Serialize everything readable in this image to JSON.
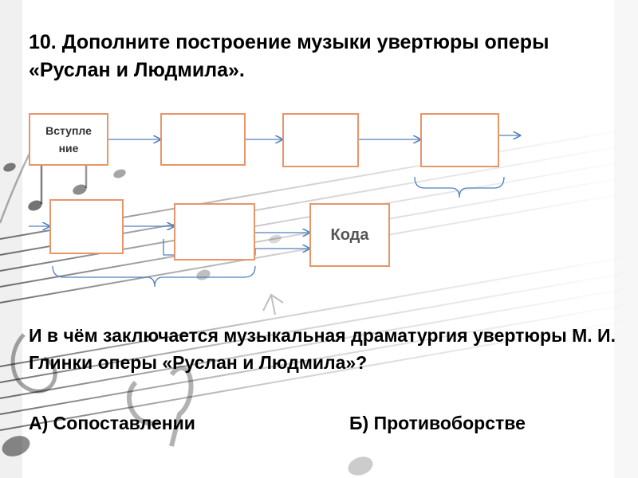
{
  "slide": {
    "title": "10. Дополните построение музыки увертюры оперы «Руслан и Людмила».",
    "diagram": {
      "intro_box": {
        "line1": "Вступле",
        "line2": "ние"
      },
      "empty_boxes": 5,
      "coda_box": "Кода",
      "box_border_color": "#e8956a",
      "arrow_color": "#4f81bd"
    },
    "question": "И в чём заключается музыкальная драматургия увертюры М. И. Глинки оперы «Руслан и Людмила»?",
    "answers": {
      "a": "А) Сопоставлении",
      "b": "Б) Противоборстве"
    }
  }
}
